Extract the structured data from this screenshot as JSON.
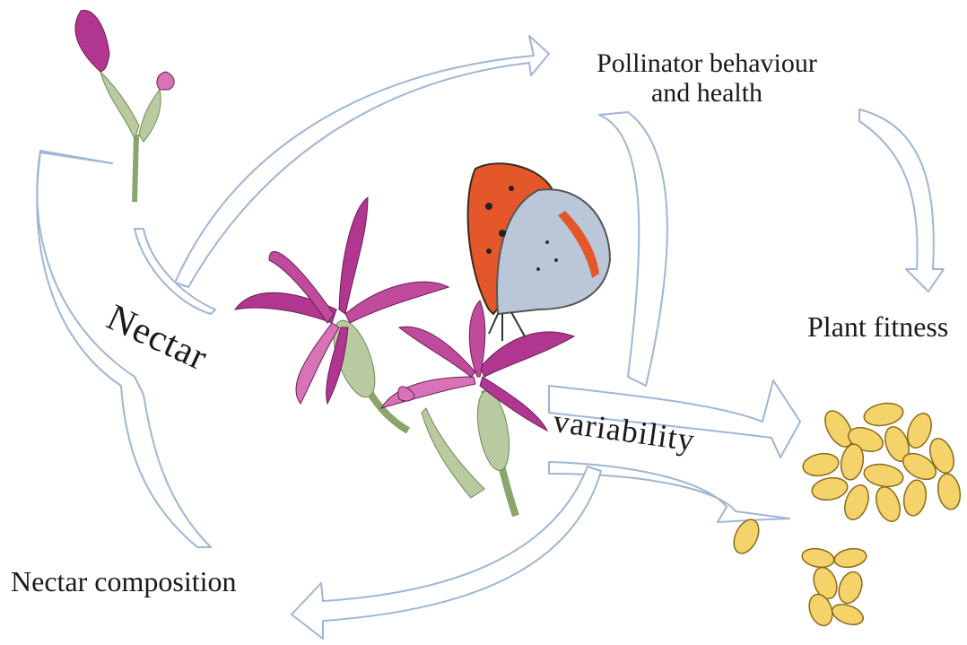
{
  "labels": {
    "pollinator_line1": "Pollinator behaviour",
    "pollinator_line2": "and health",
    "plant_fitness": "Plant fitness",
    "nectar_composition": "Nectar composition",
    "nectar": "Nectar",
    "variability": "variability"
  },
  "colors": {
    "arrow_stroke": "#9fb6d3",
    "petal": "#b0368f",
    "petal_light": "#d873b8",
    "stem": "#8aa56a",
    "seed": "#f3d36a",
    "seed_outline": "#8a6a1c",
    "butterfly_orange": "#e4572a",
    "butterfly_blue": "#b9c7d9"
  }
}
